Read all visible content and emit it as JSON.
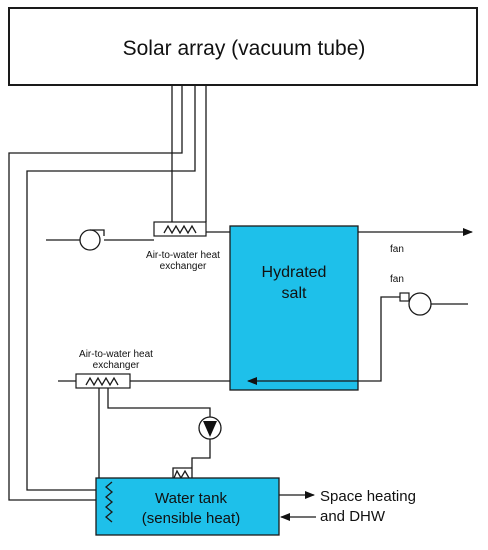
{
  "solar_array": {
    "label": "Solar array (vacuum tube)"
  },
  "hydrated_salt": {
    "line1": "Hydrated",
    "line2": "salt",
    "fill": "#1ec0ea"
  },
  "water_tank": {
    "line1": "Water tank",
    "line2": "(sensible heat)",
    "fill": "#1ec0ea"
  },
  "hx_top": {
    "line1": "Air-to-water heat",
    "line2": "exchanger"
  },
  "hx_left": {
    "line1": "Air-to-water heat",
    "line2": "exchanger"
  },
  "fan_top": {
    "label": "fan"
  },
  "fan_right": {
    "label": "fan"
  },
  "output": {
    "line1": "Space heating",
    "line2": "and DHW"
  }
}
